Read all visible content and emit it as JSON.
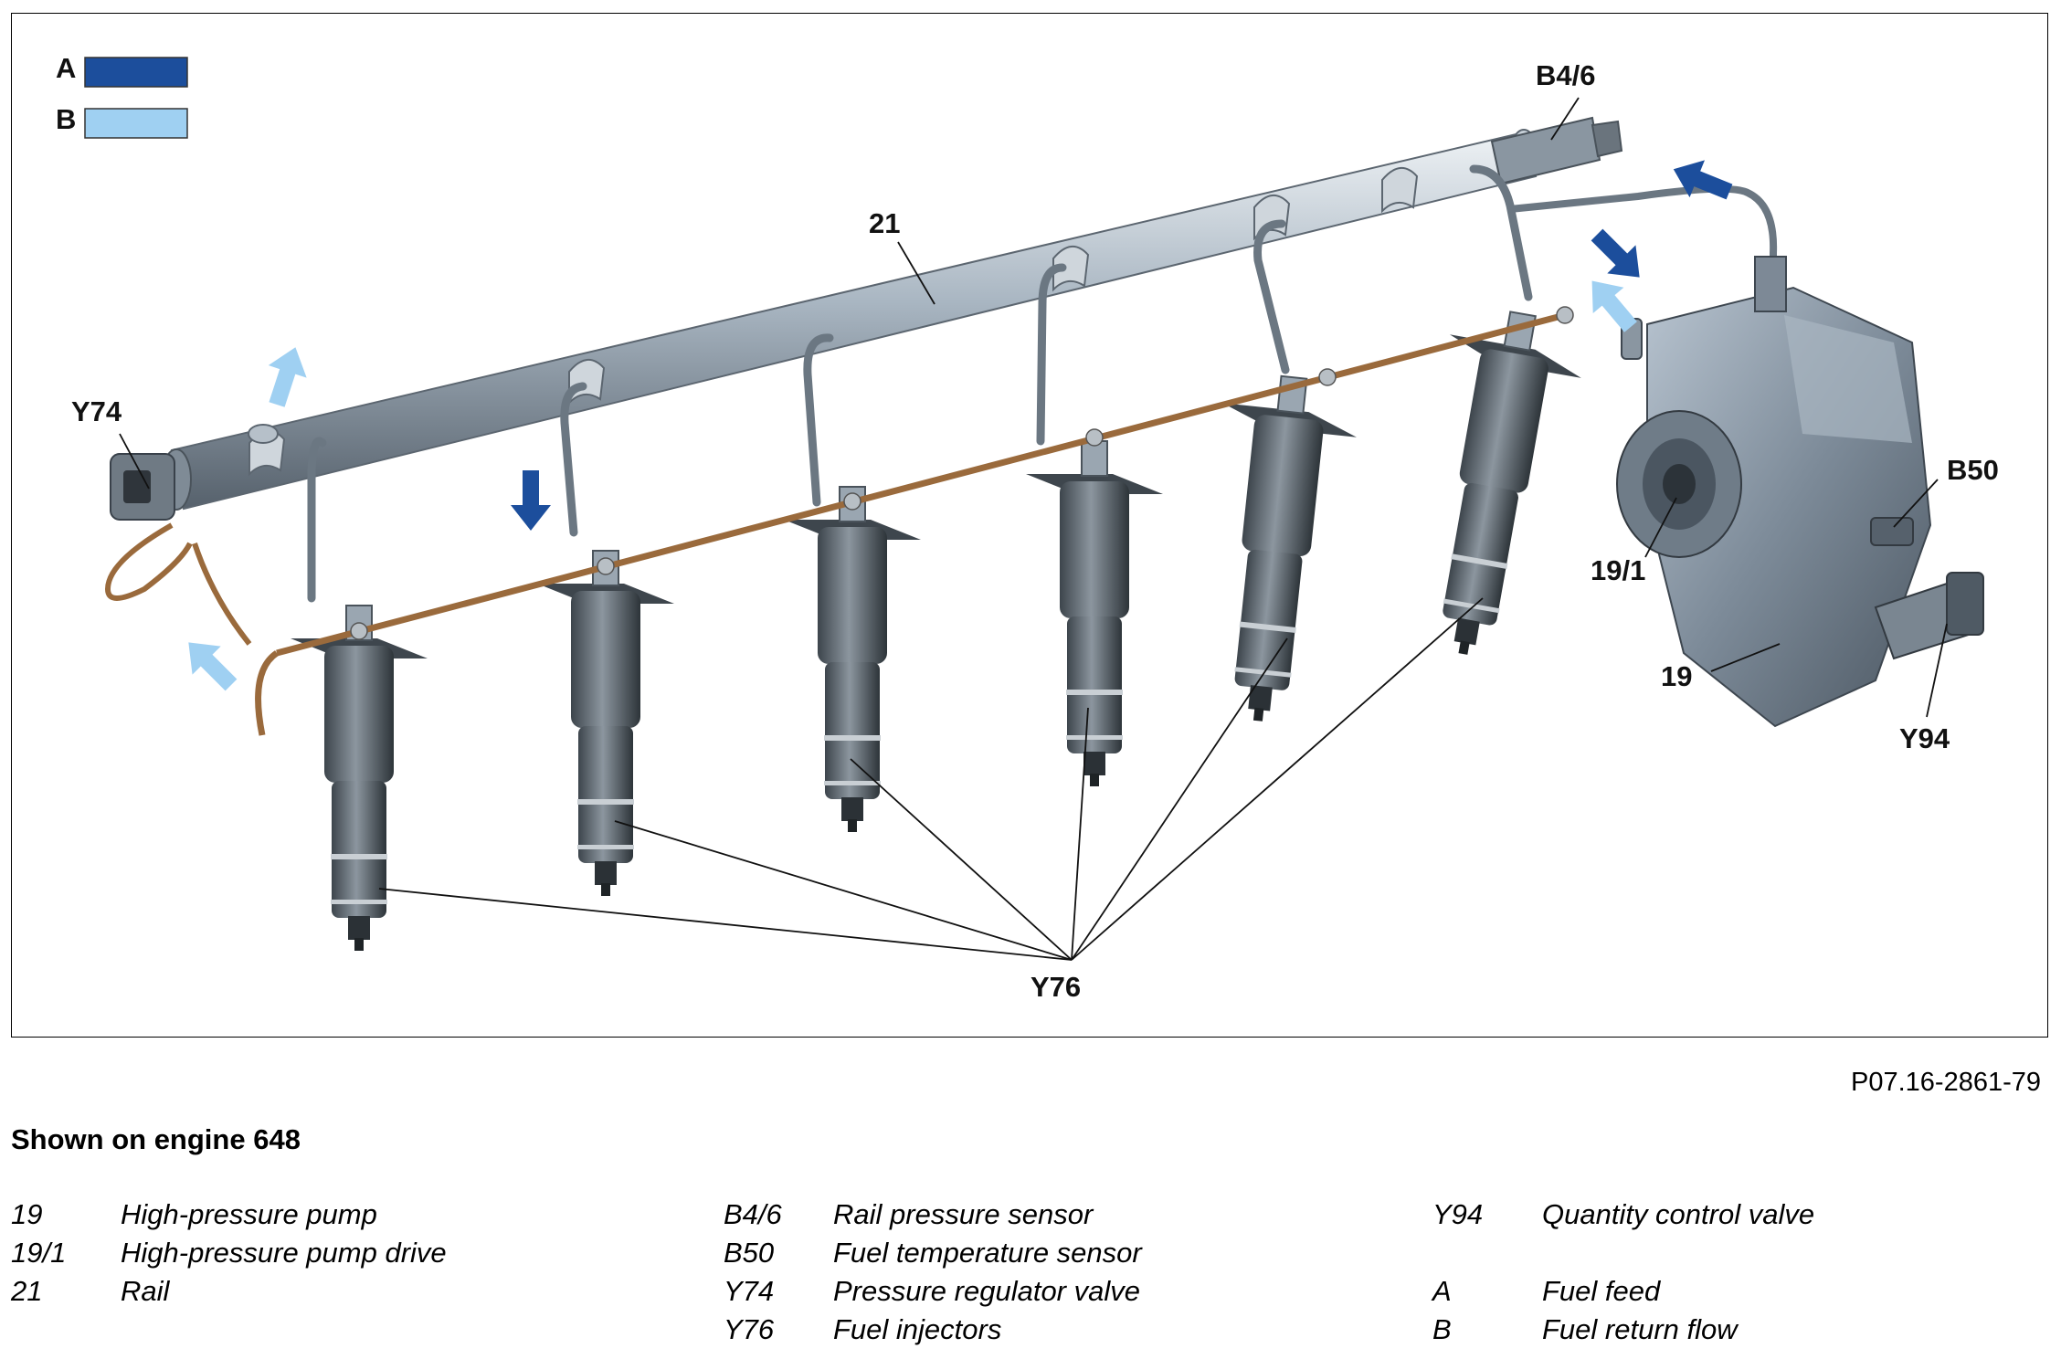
{
  "figure": {
    "legend_swatches": [
      {
        "label": "A",
        "color": "#1c4e9c"
      },
      {
        "label": "B",
        "color": "#9fd0f2"
      }
    ],
    "callouts": {
      "b46": "B4/6",
      "c21": "21",
      "y74": "Y74",
      "b50": "B50",
      "c191": "19/1",
      "c19": "19",
      "y94": "Y94",
      "y76": "Y76"
    },
    "colors": {
      "rail": "#a9b6c2",
      "injector": "#5e6a74",
      "pump": "#8593a1",
      "return_line": "#9a6a3c",
      "arrow_feed": "#1c4e9c",
      "arrow_return": "#9fd0f2"
    }
  },
  "reference_code": "P07.16-2861-79",
  "caption": "Shown on engine 648",
  "legend": {
    "col1": [
      {
        "code": "19",
        "desc": "High-pressure pump"
      },
      {
        "code": "19/1",
        "desc": "High-pressure pump drive"
      },
      {
        "code": "21",
        "desc": "Rail"
      }
    ],
    "col2": [
      {
        "code": "B4/6",
        "desc": "Rail pressure sensor"
      },
      {
        "code": "B50",
        "desc": "Fuel temperature sensor"
      },
      {
        "code": "Y74",
        "desc": "Pressure regulator valve"
      },
      {
        "code": "Y76",
        "desc": "Fuel injectors"
      }
    ],
    "col3a": [
      {
        "code": "Y94",
        "desc": "Quantity control valve"
      }
    ],
    "col3b": [
      {
        "code": "A",
        "desc": "Fuel feed"
      },
      {
        "code": "B",
        "desc": "Fuel return flow"
      }
    ]
  }
}
